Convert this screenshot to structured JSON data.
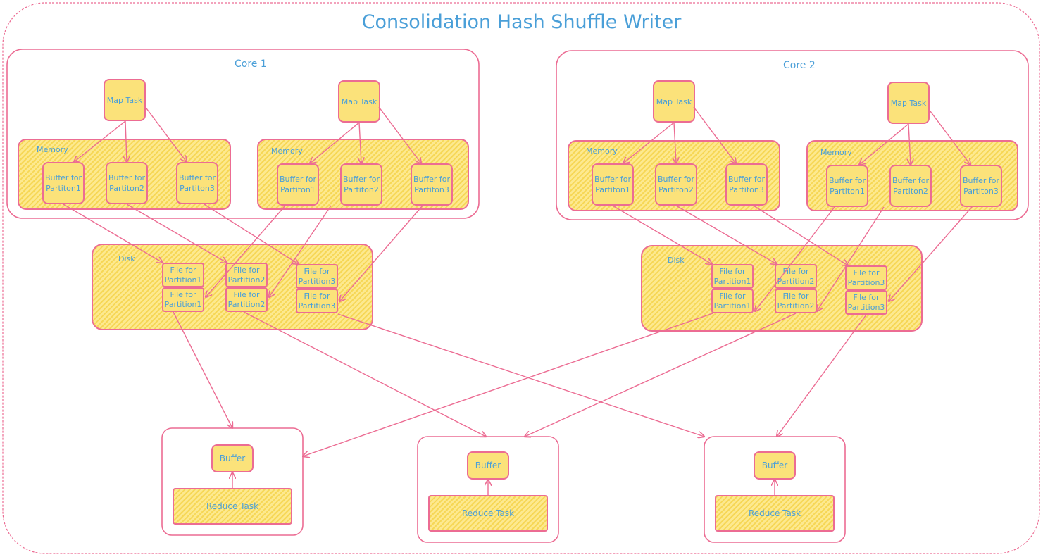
{
  "title": "Consolidation Hash Shuffle Writer",
  "cores": {
    "core1": "Core 1",
    "core2": "Core 2"
  },
  "labels": {
    "map_task": "Map Task",
    "memory": "Memory",
    "disk": "Disk",
    "buffer": "Buffer",
    "reduce_task": "Reduce Task"
  },
  "buffers": [
    "Buffer for Partiton1",
    "Buffer for Partiton2",
    "Buffer for Partiton3"
  ],
  "files": [
    "File for Partition1",
    "File for Partition2",
    "File for Partition3"
  ],
  "colors": {
    "stroke": "#ec6c93",
    "fill": "#fbe27a",
    "text": "#4a9fd8"
  }
}
